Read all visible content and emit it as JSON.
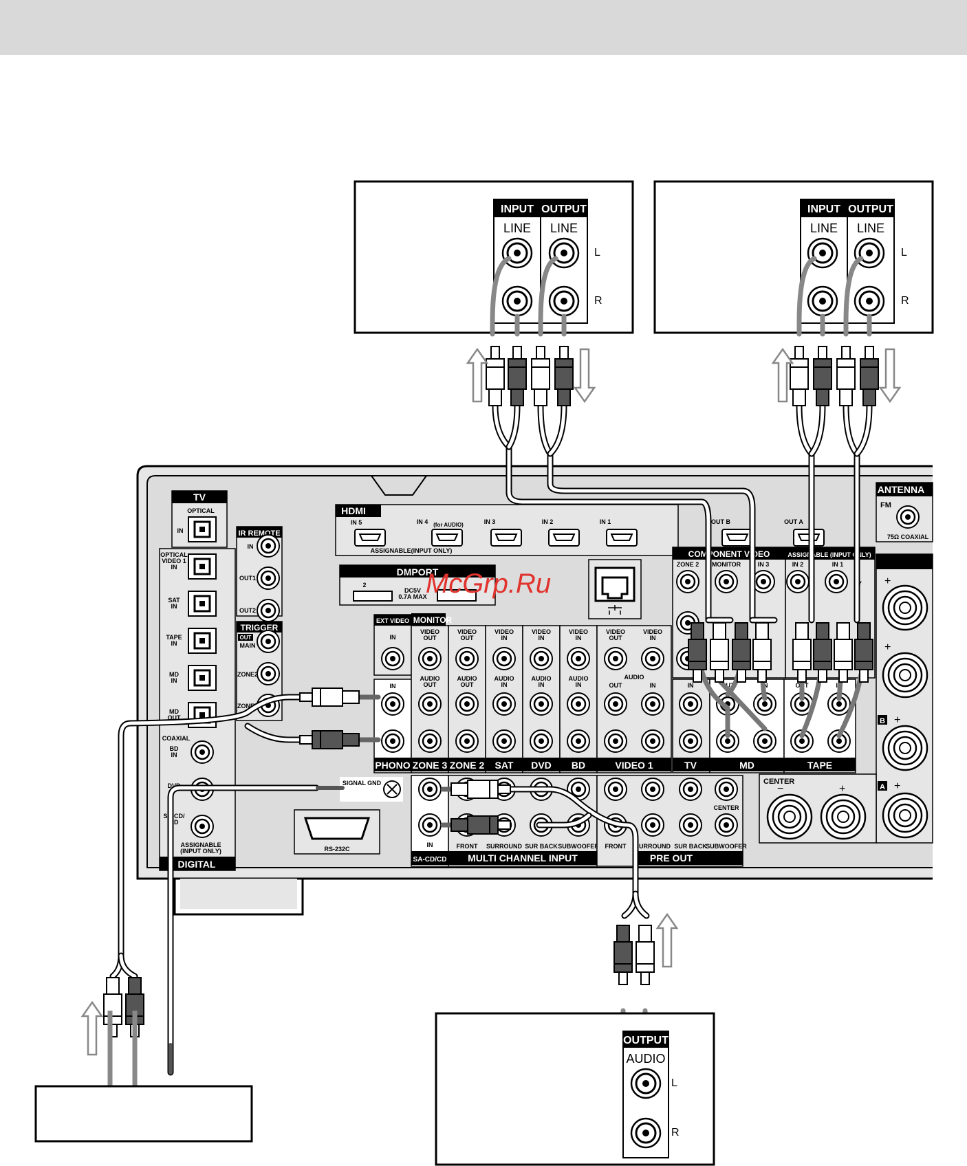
{
  "watermark": "McGrp.Ru",
  "device_top_left": {
    "input_header": "INPUT",
    "output_header": "OUTPUT",
    "input_line": "LINE",
    "output_line": "LINE",
    "left": "L",
    "right": "R"
  },
  "device_top_right": {
    "input_header": "INPUT",
    "output_header": "OUTPUT",
    "input_line": "LINE",
    "output_line": "LINE",
    "left": "L",
    "right": "R"
  },
  "device_bottom_center": {
    "output_header": "OUTPUT",
    "audio": "AUDIO",
    "left": "L",
    "right": "R"
  },
  "receiver": {
    "tv_header": "TV",
    "optical": "OPTICAL",
    "in": "IN",
    "optical_video1": "OPTICAL\nVIDEO 1\nIN",
    "sat_in": "SAT\nIN",
    "tape_in": "TAPE\nIN",
    "md_in": "MD\nIN",
    "md_out": "MD\nOUT",
    "coaxial": "COAXIAL",
    "bd_in": "BD\nIN",
    "dvd": "DVD",
    "sacd": "SA-CD/\nCD",
    "assignable_input_only": "ASSIGNABLE\n(INPUT ONLY)",
    "digital": "DIGITAL",
    "ir_remote": "IR REMOTE",
    "ir_in": "IN",
    "ir_out1": "OUT1",
    "ir_out2": "OUT2",
    "trigger": "TRIGGER",
    "trigger_out": "OUT",
    "trigger_main": "MAIN",
    "trigger_zone2": "ZONE2",
    "trigger_zone3": "ZONE3",
    "hdmi": "HDMI",
    "hdmi_in5": "IN 5",
    "hdmi_in4": "IN 4",
    "hdmi_for_audio": "(for AUDIO)",
    "hdmi_in3": "IN 3",
    "hdmi_in2": "IN 2",
    "hdmi_in1": "IN 1",
    "hdmi_assignable": "ASSIGNABLE(INPUT ONLY)",
    "hdmi_out_b": "OUT B",
    "hdmi_out_a": "OUT A",
    "dmport": "DMPORT",
    "dmport_num": "2",
    "dmport_power": "DC5V\n0.7A MAX",
    "antenna": "ANTENNA",
    "fm": "FM",
    "coaxial_75": "75Ω COAXIAL",
    "component_video": "COMPONENT VIDEO",
    "zone2": "ZONE 2",
    "monitor_cv": "MONITOR",
    "in3": "IN 3",
    "assignable_cv": "ASSIGNABLE (INPUT ONLY)",
    "in2": "IN 2",
    "in1": "IN 1",
    "y": "Y",
    "ext_video": "EXT VIDEO",
    "monitor": "MONITOR",
    "video_out": "VIDEO\nOUT",
    "video_in": "VIDEO\nIN",
    "audio_out": "AUDIO\nOUT",
    "audio_in": "AUDIO\nIN",
    "audio": "AUDIO",
    "out": "OUT",
    "in_lbl": "IN",
    "phono": "PHONO",
    "zone3": "ZONE 3",
    "zone2_b": "ZONE 2",
    "sat": "SAT",
    "dvd_b": "DVD",
    "bd": "BD",
    "video1": "VIDEO 1",
    "tv_b": "TV",
    "md": "MD",
    "tape": "TAPE",
    "signal_gnd": "SIGNAL GND",
    "rs232c": "RS-232C",
    "sacd_cd": "SA-CD/CD",
    "multi_channel_input": "MULTI CHANNEL INPUT",
    "front": "FRONT",
    "surround": "SURROUND",
    "sur_back": "SUR BACK",
    "subwoofer": "SUBWOOFER",
    "center": "CENTER",
    "pre_out": "PRE OUT",
    "center_sp": "CENTER",
    "minus": "−",
    "plus": "+",
    "sp_b": "B",
    "sp_a": "A"
  }
}
